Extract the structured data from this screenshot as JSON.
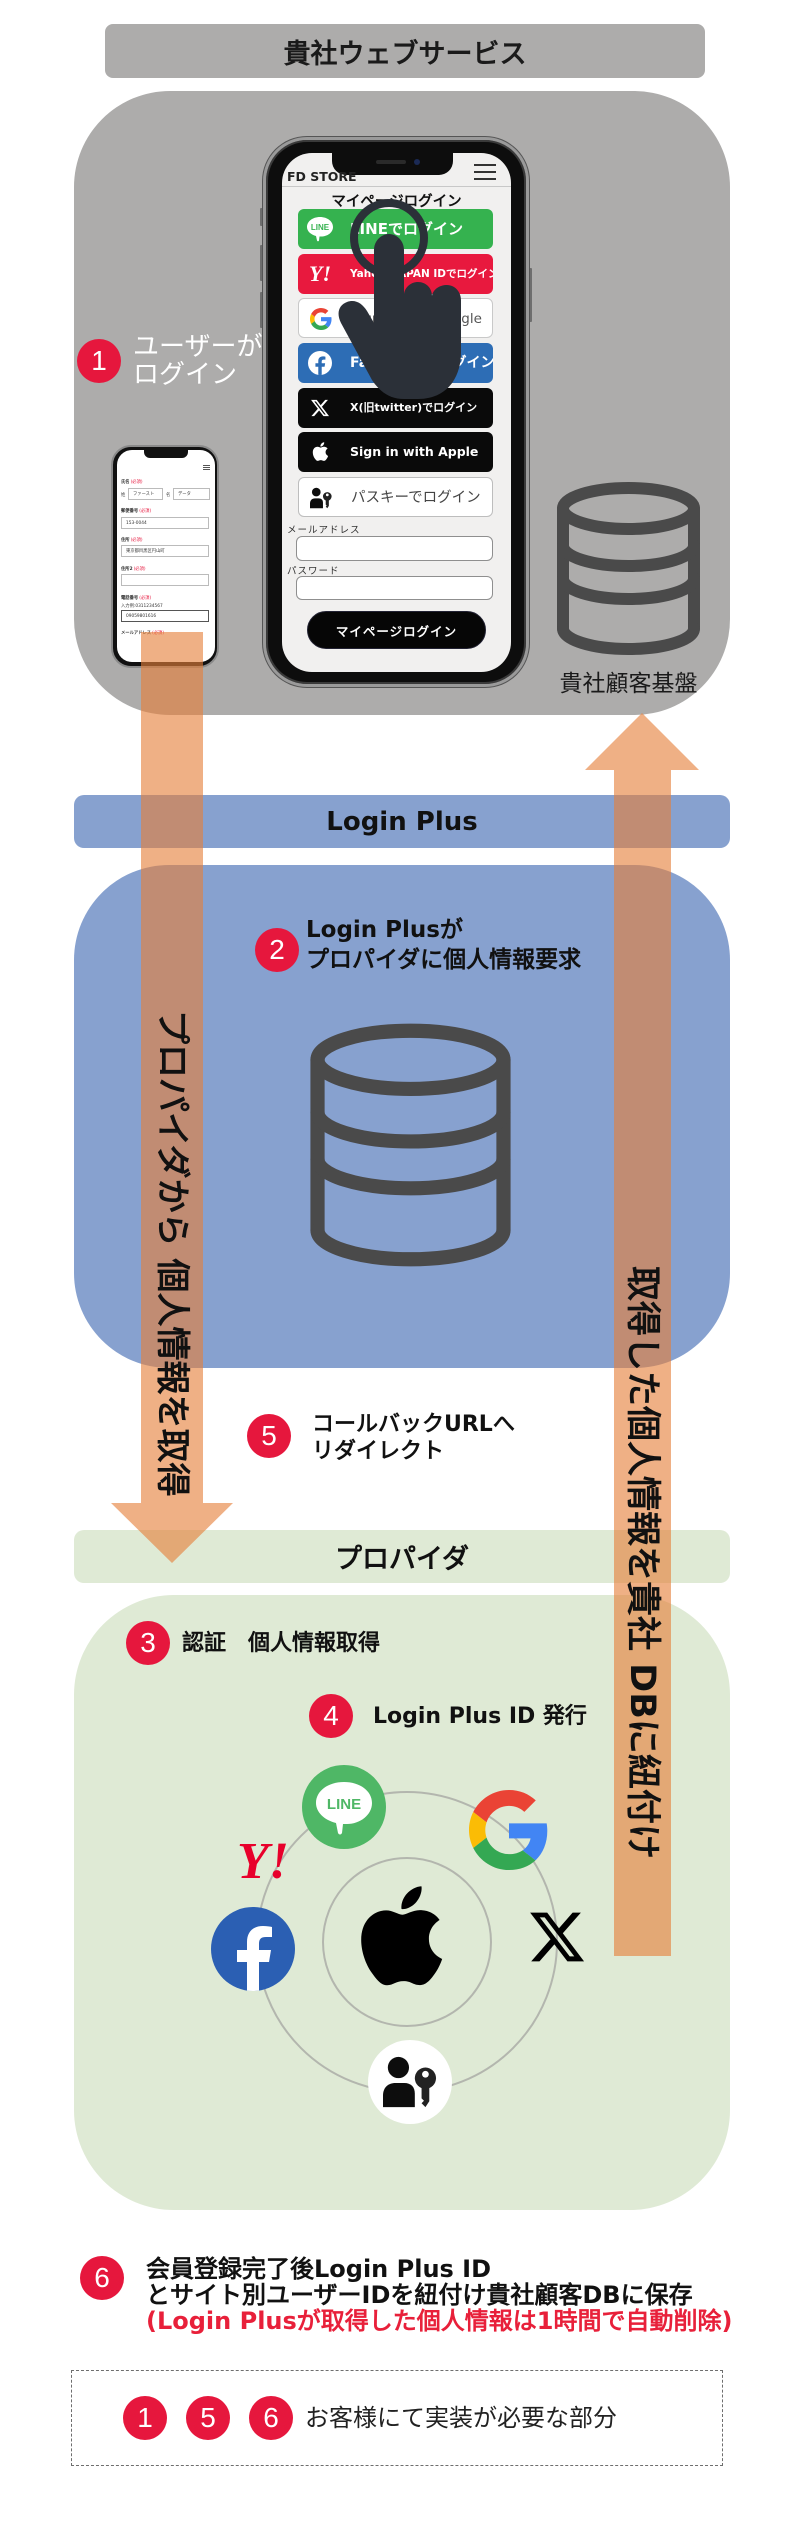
{
  "colors": {
    "accent_red": "#e6173d",
    "web_service_gray": "#adacab",
    "login_plus_blue": "#87a1cf",
    "provider_green": "#dfead5",
    "arrow_orange": "rgba(229,127,58,0.62)",
    "database_stroke": "#4a4a4a",
    "hand_cursor": "#2b3038",
    "note_red": "#e8203a"
  },
  "header": {
    "title": "貴社ウェブサービス"
  },
  "web_service": {
    "step": {
      "number": "1",
      "line1": "ユーザーが",
      "line2": "ログイン"
    },
    "customer_db": {
      "icon": "database-icon",
      "label": "貴社顧客基盤"
    },
    "login_phone": {
      "store_name": "FD STORE",
      "menu_icon": "hamburger-menu-icon",
      "page_title": "マイページログイン",
      "login_buttons": [
        {
          "label": "LINEでログイン",
          "icon": "line-icon",
          "logo_text": "LINE",
          "bg": "#35b24f",
          "fg": "#ffffff"
        },
        {
          "label": "Yahoo! JAPAN IDでログイン",
          "icon": "yahoo-icon",
          "logo_text": "Y!",
          "bg": "#e8193e",
          "fg": "#ffffff"
        },
        {
          "label": "Sign in with Google",
          "icon": "google-icon",
          "bg": "#ffffff",
          "fg": "#555555"
        },
        {
          "label": "Facebookでログイン",
          "icon": "facebook-icon",
          "bg": "#2d6db5",
          "fg": "#ffffff"
        },
        {
          "label": "X(旧twitter)でログイン",
          "icon": "x-icon",
          "bg": "#0a0a0a",
          "fg": "#ffffff"
        },
        {
          "label": "Sign in with Apple",
          "icon": "apple-icon",
          "bg": "#0a0a0a",
          "fg": "#ffffff"
        },
        {
          "label": "パスキーでログイン",
          "icon": "passkey-icon",
          "bg": "#ffffff",
          "fg": "#444444"
        }
      ],
      "email_label": "メールアドレス",
      "email_value": "",
      "password_label": "パスワード",
      "password_value": "",
      "submit_label": "マイページログイン",
      "cursor_icon": "hand-pointer-icon"
    },
    "registration_phone": {
      "menu_icon": "hamburger-menu-icon",
      "required_tag": "(必須)",
      "name_label": "氏名",
      "last_name_label": "姓",
      "last_name_value": "ファースト",
      "first_name_label": "名",
      "first_name_value": "データ",
      "postal_label": "郵便番号",
      "postal_value": "153-0044",
      "address_label": "住所",
      "address_value": "東京都目黒区円山町",
      "address2_label": "住所2",
      "address2_value": "",
      "phone_label": "電話番号",
      "phone_hint": "入力例:0311234567",
      "phone_value": "09059801616",
      "email_label": "メールアドレス"
    }
  },
  "login_plus": {
    "title": "Login Plus",
    "step": {
      "number": "2",
      "line1": "Login Plusが",
      "line2": "プロパイダに個人情報要求"
    },
    "database_icon": "database-icon"
  },
  "arrows": {
    "left": {
      "direction": "down",
      "label": "プロパイダから 個人情報を取得"
    },
    "right": {
      "direction": "up",
      "label": "取得した個人情報を貴社 DBに紐付け"
    }
  },
  "callback_step": {
    "number": "5",
    "line1": "コールバックURLへ",
    "line2": "リダイレクト"
  },
  "provider": {
    "title": "プロパイダ",
    "steps": [
      {
        "number": "3",
        "label": "認証　個人情報取得"
      },
      {
        "number": "4",
        "label": "Login Plus ID 発行"
      }
    ],
    "icons": [
      {
        "icon": "line-icon",
        "logo_text": "LINE"
      },
      {
        "icon": "google-icon"
      },
      {
        "icon": "yahoo-icon",
        "logo_text": "Y!"
      },
      {
        "icon": "facebook-icon"
      },
      {
        "icon": "apple-icon"
      },
      {
        "icon": "x-icon"
      },
      {
        "icon": "passkey-icon"
      }
    ]
  },
  "final_step": {
    "number": "6",
    "line1": "会員登録完了後Login Plus ID",
    "line2": "とサイト別ユーザーIDを紐付け貴社顧客DBに保存",
    "note": "(Login Plusが取得した個人情報は1時間で自動削除)"
  },
  "legend": {
    "numbers": [
      "1",
      "5",
      "6"
    ],
    "text": "お客様にて実装が必要な部分"
  }
}
